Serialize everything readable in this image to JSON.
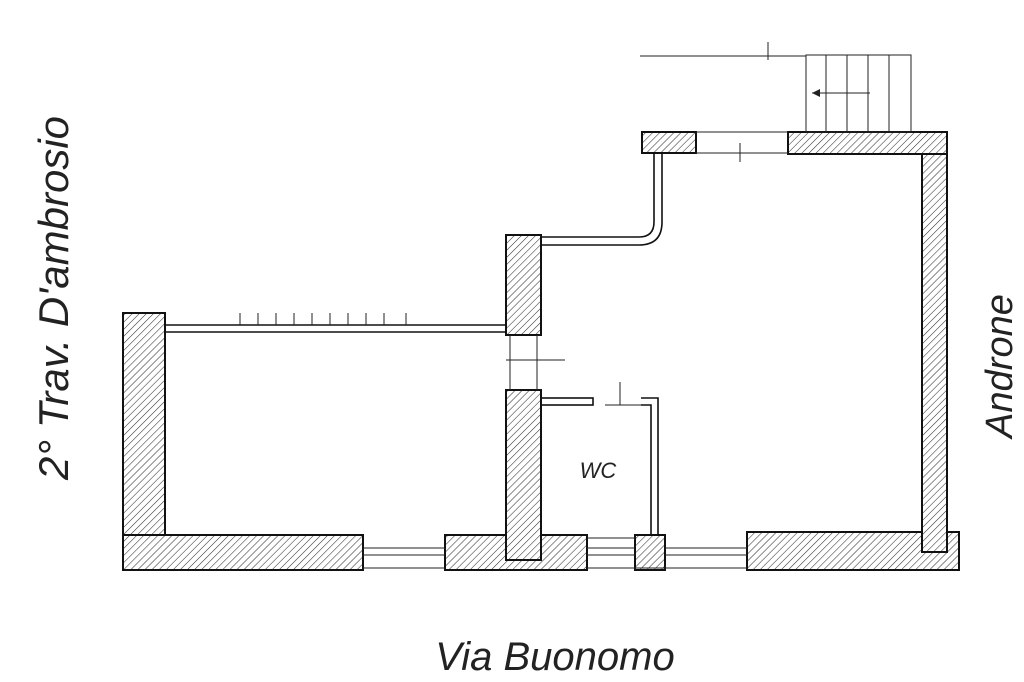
{
  "labels": {
    "street_bottom": "Via Buonomo",
    "street_left": "2° Trav. D'ambrosio",
    "side_right": "Androne",
    "room_wc": "WC"
  }
}
